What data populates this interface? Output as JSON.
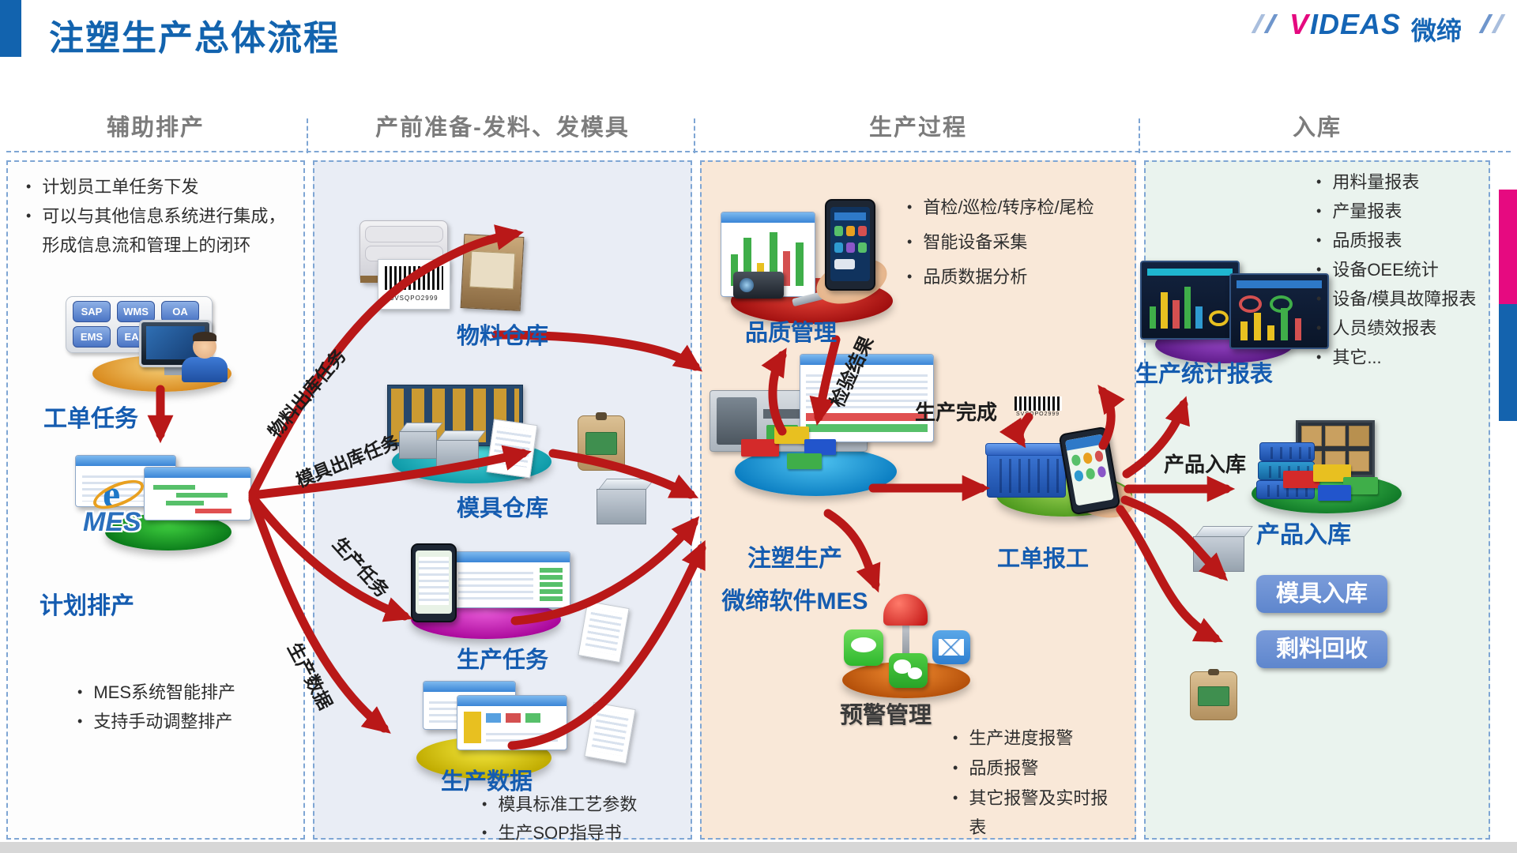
{
  "slide": {
    "title": "注塑生产总体流程",
    "logo": {
      "v": "V",
      "ideas": "IDEAS",
      "cn": "微缔"
    }
  },
  "columns": {
    "headers": [
      "辅助排产",
      "产前准备-发料、发模具",
      "生产过程",
      "入库"
    ]
  },
  "col1": {
    "bullets_top": [
      "计划员工单任务下发",
      "可以与其他信息系统进行集成，形成信息流和管理上的闭环"
    ],
    "chips": [
      "SAP",
      "WMS",
      "OA",
      "EMS",
      "EAM"
    ],
    "order_task_label": "工单任务",
    "ie_letter": "e",
    "mes_logo": "MES",
    "plan_label": "计划排产",
    "bullets_bottom": [
      "MES系统智能排产",
      "支持手动调整排产"
    ]
  },
  "col2": {
    "arrow_labels": [
      "物料出库任务",
      "模具出库任务",
      "生产任务",
      "生产数据"
    ],
    "material_wh_label": "物料仓库",
    "mold_wh_label": "模具仓库",
    "prod_task_label": "生产任务",
    "prod_data_label": "生产数据",
    "barcode_text": "SVSQPO2999",
    "bullets_bottom": [
      "模具标准工艺参数",
      "生产SOP指导书"
    ]
  },
  "col3": {
    "quality_label": "品质管理",
    "quality_bullets": [
      "首检/巡检/转序检/尾检",
      "智能设备采集",
      "品质数据分析"
    ],
    "inspect_result_label": "检验结果",
    "mes_label_line1": "注塑生产",
    "mes_label_line2": "微缔软件MES",
    "done_label": "生产完成",
    "barcode_text": "SVSQPO2999",
    "report_label": "工单报工",
    "alarm_label": "预警管理",
    "alarm_bullets": [
      "生产进度报警",
      "品质报警",
      "其它报警及实时报表"
    ]
  },
  "col4": {
    "bullets_top": [
      "用料量报表",
      "产量报表",
      "品质报表",
      "设备OEE统计",
      "设备/模具故障报表",
      "人员绩效报表",
      "其它..."
    ],
    "stats_label": "生产统计报表",
    "product_in_arrow_label": "产品入库",
    "product_in_label": "产品入库",
    "mold_in_button": "模具入库",
    "leftover_button": "剩料回收"
  },
  "colors": {
    "title_blue": "#1263ae",
    "label_blue": "#155cb0",
    "arrow_red": "#b91818",
    "header_gray": "#7c7c7c",
    "panel2_bg": "#e9edf5",
    "panel3_bg": "#f9e8d8",
    "panel4_bg": "#eaf3ee",
    "logo_pink": "#e5097f",
    "button_blue": "#5e86cd"
  }
}
